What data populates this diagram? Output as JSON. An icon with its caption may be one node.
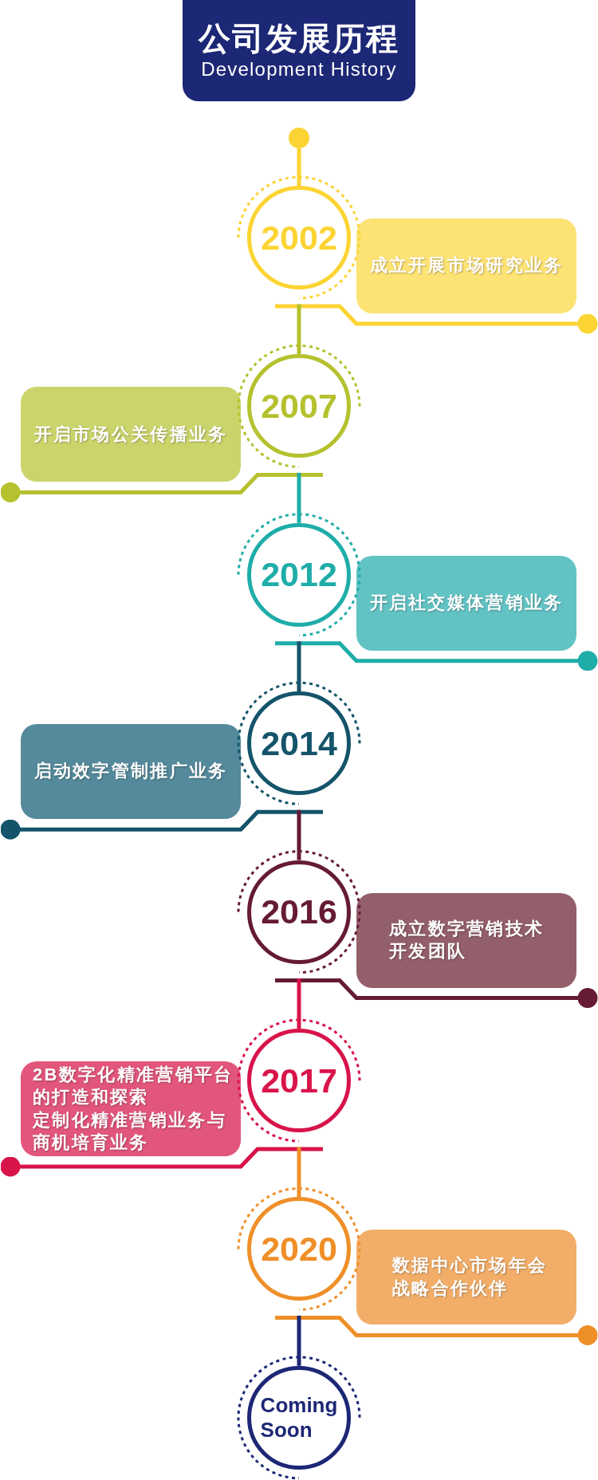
{
  "diagram": {
    "title": "公司发展历程",
    "nodes": [
      {
        "text": [],
        "shape": "circle"
      },
      {
        "text": [
          "2002"
        ]
      },
      {
        "text": [
          "成立开展市场研究业务"
        ]
      },
      {
        "text": [
          "开启市场公关传播业务"
        ]
      },
      {
        "text": [
          "2007"
        ]
      },
      {
        "text": [
          "2012"
        ]
      },
      {
        "text": [
          "开启社交媒体营销业务"
        ]
      },
      {
        "text": [
          "启动效字管制推广业务"
        ]
      },
      {
        "text": [
          "2014"
        ]
      },
      {
        "text": [
          "2016"
        ]
      },
      {
        "text": [
          "成立数字营销技术开发团队"
        ]
      },
      {
        "text": [
          "2B数字化精准营销平台的打造和探索",
          "定制化精准营销业务与商机培育业务"
        ]
      },
      {
        "text": [
          "2017"
        ]
      },
      {
        "text": [
          "2020"
        ]
      },
      {
        "text": [
          "数据中心市场年会战略合作伙伴"
        ]
      },
      {
        "text": [
          "Coming Soon"
        ]
      }
    ],
    "edges": [
      {
        "from": 0,
        "to": 1,
        "arrow": "none",
        "color": "#fcd433"
      },
      {
        "from": 1,
        "to": 2,
        "arrow": "other",
        "color": "#fcd433"
      },
      {
        "from": 1,
        "to": 4,
        "arrow": "none",
        "color": "#b5c12e"
      },
      {
        "from": 4,
        "to": 3,
        "arrow": "other",
        "color": "#b5c12e"
      },
      {
        "from": 4,
        "to": 5,
        "arrow": "none",
        "color": "#1fada9"
      },
      {
        "from": 5,
        "to": 6,
        "arrow": "other",
        "color": "#1fada9"
      },
      {
        "from": 5,
        "to": 8,
        "arrow": "none",
        "color": "#14546b"
      },
      {
        "from": 8,
        "to": 7,
        "arrow": "other",
        "color": "#14546b"
      },
      {
        "from": 8,
        "to": 9,
        "arrow": "none",
        "color": "#651b33"
      },
      {
        "from": 9,
        "to": 10,
        "arrow": "other",
        "color": "#651b33"
      },
      {
        "from": 9,
        "to": 12,
        "arrow": "none",
        "color": "#d8144a"
      },
      {
        "from": 12,
        "to": 11,
        "arrow": "other",
        "color": "#d8144a"
      },
      {
        "from": 12,
        "to": 13,
        "arrow": "none",
        "color": "#ef8f28"
      },
      {
        "from": 13,
        "to": 14,
        "arrow": "other",
        "color": "#ef8f28"
      },
      {
        "from": 13,
        "to": 15,
        "arrow": "none",
        "color": "#1d2775"
      }
    ],
    "labels": [
      "Development History"
    ]
  }
}
